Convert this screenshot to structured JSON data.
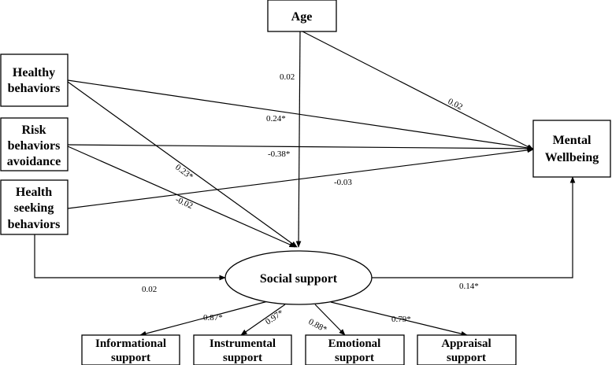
{
  "nodes": {
    "age": "Age",
    "healthy_1": "Healthy",
    "healthy_2": "behaviors",
    "risk_1": "Risk",
    "risk_2": "behaviors",
    "risk_3": "avoidance",
    "seek_1": "Health",
    "seek_2": "seeking",
    "seek_3": "behaviors",
    "mental_1": "Mental",
    "mental_2": "Wellbeing",
    "social": "Social support",
    "info_1": "Informational",
    "info_2": "support",
    "instr_1": "Instrumental",
    "instr_2": "support",
    "emo_1": "Emotional",
    "emo_2": "support",
    "appr_1": "Appraisal",
    "appr_2": "support"
  },
  "coefficients": {
    "age_social": "0.02",
    "age_mental": "0.02",
    "healthy_mental": "0.24*",
    "healthy_social": "0.23*",
    "risk_mental": "-0.38*",
    "risk_social": "-0.02",
    "seek_mental": "-0.03",
    "seek_social": "0.02",
    "social_mental": "0.14*",
    "social_info": "0.87*",
    "social_instr": "0.97*",
    "social_emo": "0.88*",
    "social_appr": "0.79*"
  }
}
